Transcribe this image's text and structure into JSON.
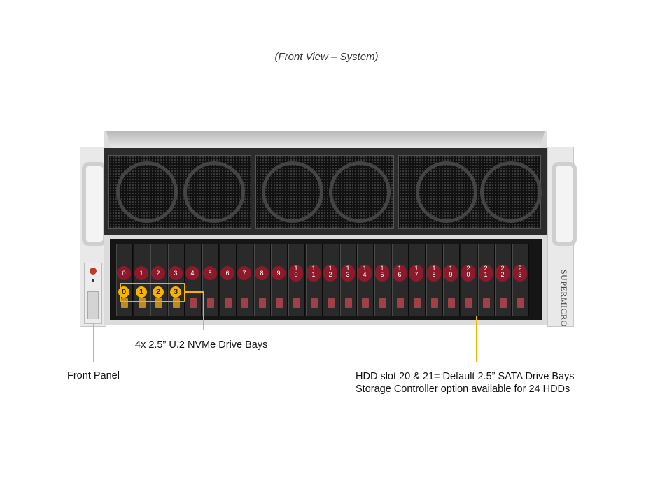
{
  "title": "(Front View – System)",
  "brand": "SUPERMICRO",
  "slots": [
    "0",
    "1",
    "2",
    "3",
    "4",
    "5",
    "6",
    "7",
    "8",
    "9",
    "10",
    "11",
    "12",
    "13",
    "14",
    "15",
    "16",
    "17",
    "18",
    "19",
    "20",
    "21",
    "22",
    "23"
  ],
  "nvme_bays": [
    "0",
    "1",
    "2",
    "3"
  ],
  "annotations": {
    "nvme": "4x 2.5” U.2 NVMe Drive Bays",
    "front_panel": "Front Panel",
    "hdd_line1": "HDD slot 20 & 21= Default 2.5” SATA Drive Bays",
    "hdd_line2": "Storage Controller option available for 24 HDDs"
  },
  "colors": {
    "slot_badge": "#8b1a2a",
    "nvme_highlight": "#f5b400"
  }
}
